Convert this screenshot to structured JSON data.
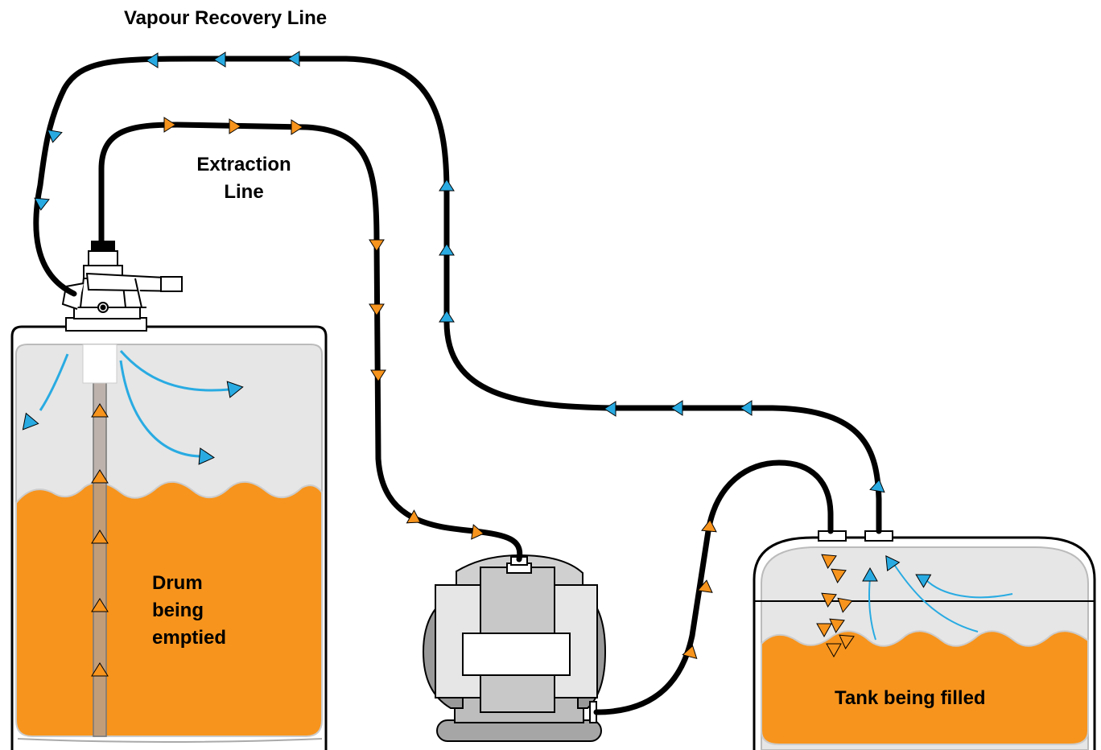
{
  "labels": {
    "vapour_line": "Vapour Recovery Line",
    "extraction_line": [
      "Extraction",
      "Line"
    ],
    "drum": [
      "Drum",
      "being",
      "emptied"
    ],
    "tank": "Tank being filled"
  },
  "colors": {
    "liquid": "#f7941d",
    "vapour": "#e6e6e6",
    "flow_arrow_vapour": "#29abe2",
    "flow_arrow_liquid": "#f7941d",
    "hose": "#000000"
  }
}
